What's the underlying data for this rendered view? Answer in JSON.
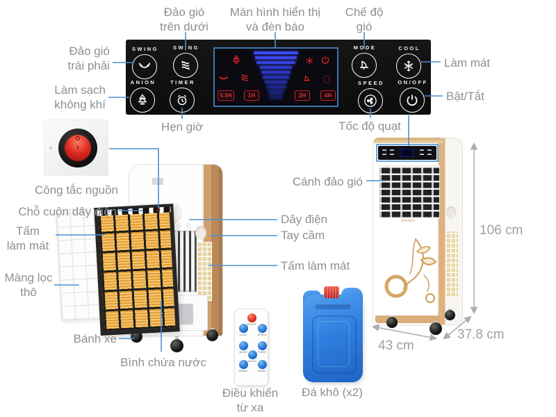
{
  "colors": {
    "accent_blue": "#4a90d2",
    "label_gray": "#8b9096",
    "dimension_gray": "#9ba0a5",
    "panel_black": "#0c0c0c",
    "indicator_red": "#d42222",
    "level_bar_blue": "#3542dd",
    "wood_trim": "#cf9f6e",
    "ice_pack_blue": "#2f7fe0",
    "cap_red": "#d92a1d"
  },
  "brand": "Delites",
  "callouts": {
    "swing_vertical": "Đảo gió\ntrên dưới",
    "display_screen": "Màn hình hiển thị\nvà đèn báo",
    "wind_mode": "Chế độ\ngió",
    "swing_horizontal": "Đảo gió\ntrái phải",
    "air_purify": "Làm sạch\nkhông khí",
    "cooling": "Làm mát",
    "power_toggle": "Bật/Tắt",
    "timer": "Hẹn giờ",
    "fan_speed": "Tốc độ quạt",
    "power_switch": "Công tắc nguồn",
    "cord_winder": "Chỗ cuộn dây điện",
    "cooling_pad_side": "Tấm\nlàm mát",
    "coarse_filter": "Màng lọc\nthô",
    "caster": "Bánh xe",
    "water_tank": "Bình chứa nước",
    "power_cord": "Dây điện",
    "handle": "Tay cầm",
    "cooling_pad_back": "Tấm làm mát",
    "louver": "Cánh đảo gió",
    "remote": "Điều khiển\ntừ xa",
    "ice_pack": "Đá khô (x2)"
  },
  "dimensions": {
    "height": "106 cm",
    "width": "43 cm",
    "depth": "37.8 cm"
  },
  "panel": {
    "buttons": [
      {
        "label": "SWING"
      },
      {
        "label": "SWING"
      },
      {
        "label": "ANION"
      },
      {
        "label": "TIMER"
      },
      {
        "label": "MODE"
      },
      {
        "label": "COOL"
      },
      {
        "label": "SPEED"
      },
      {
        "label": "ON/OFF"
      }
    ],
    "timer_chips": [
      "0.5H",
      "1H",
      "2H",
      "4H"
    ]
  },
  "remote": {
    "buttons": [
      "ON/OFF",
      "COOL",
      "SPEED",
      "MODE",
      "TIMER",
      "ANION",
      "SWING",
      "SWING"
    ]
  },
  "switch_marks": {
    "off": "O",
    "on": "I"
  }
}
